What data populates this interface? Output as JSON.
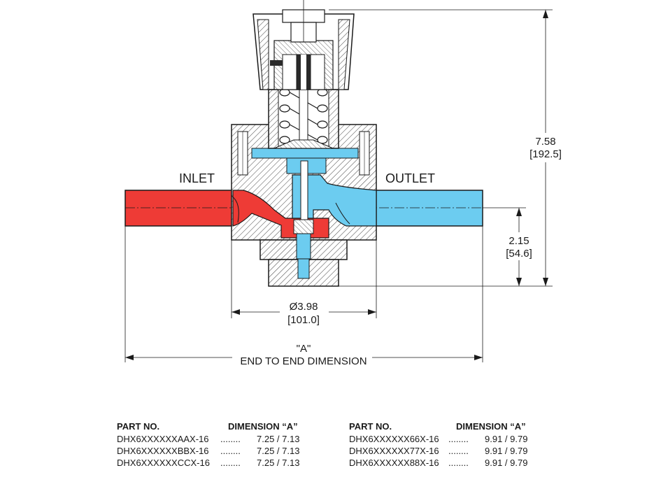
{
  "labels": {
    "inlet": "INLET",
    "outlet": "OUTLET",
    "height_in": "7.58",
    "height_mm": "[192.5]",
    "offset_in": "2.15",
    "offset_mm": "[54.6]",
    "dia_in": "Ø3.98",
    "dia_mm": "[101.0]",
    "a_label": "\"A\"",
    "a_caption": "END TO END DIMENSION"
  },
  "table_left": {
    "header_part": "PART NO.",
    "header_dim": "DIMENSION “A”",
    "rows": [
      {
        "part": "DHX6XXXXXXAAX-16",
        "dots": "........",
        "dim": "7.25 / 7.13"
      },
      {
        "part": "DHX6XXXXXXBBX-16",
        "dots": "........",
        "dim": "7.25 / 7.13"
      },
      {
        "part": "DHX6XXXXXXCCX-16",
        "dots": "........",
        "dim": "7.25 / 7.13"
      }
    ]
  },
  "table_right": {
    "header_part": "PART NO.",
    "header_dim": "DIMENSION “A”",
    "rows": [
      {
        "part": "DHX6XXXXXX66X-16",
        "dots": "........",
        "dim": "9.91 / 9.79"
      },
      {
        "part": "DHX6XXXXXX77X-16",
        "dots": "........",
        "dim": "9.91 / 9.79"
      },
      {
        "part": "DHX6XXXXXX88X-16",
        "dots": "........",
        "dim": "9.91 / 9.79"
      }
    ]
  },
  "colors": {
    "inlet_fluid": "#ee3b36",
    "outlet_fluid": "#6cccf0",
    "metal_hatch": "#444444",
    "line": "#1a1a1a"
  },
  "icons": {
    "valve": "pressure-regulator-cross-section"
  }
}
